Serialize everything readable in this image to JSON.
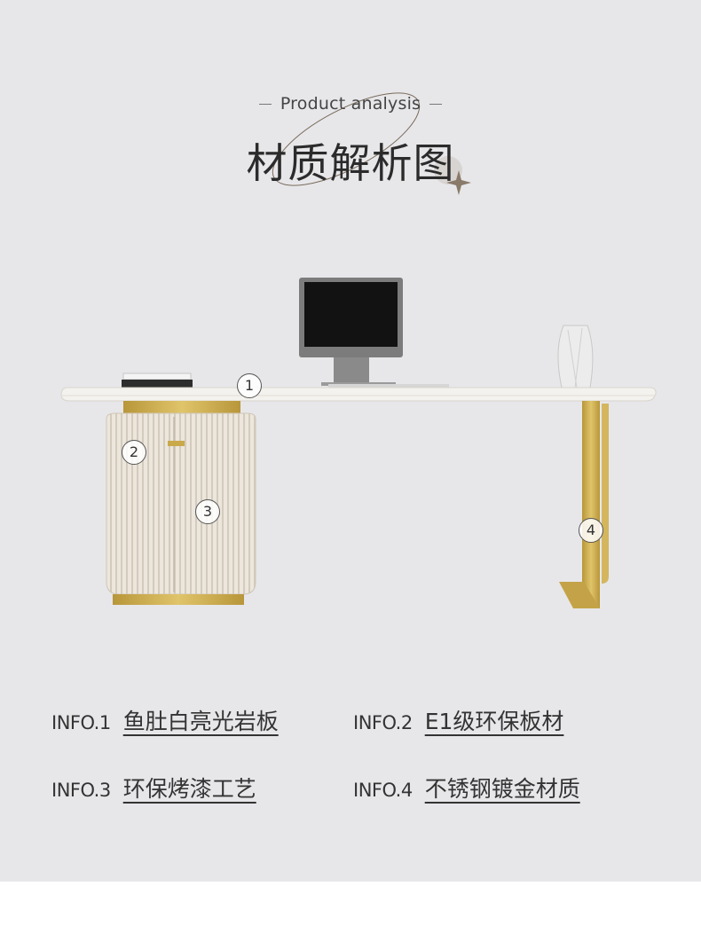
{
  "header": {
    "subtitle": "Product analysis",
    "title": "材质解析图"
  },
  "markers": [
    "1",
    "2",
    "3",
    "4"
  ],
  "info": [
    {
      "label": "INFO.1",
      "value": "鱼肚白亮光岩板"
    },
    {
      "label": "INFO.2",
      "value": "E1级环保板材"
    },
    {
      "label": "INFO.3",
      "value": "环保烤漆工艺"
    },
    {
      "label": "INFO.4",
      "value": "不锈钢镀金材质"
    }
  ],
  "colors": {
    "background": "#e7e7ea",
    "gold": "#c9a94a",
    "stone_white": "#f3f0ea",
    "cabinet": "#e8e2d8"
  }
}
